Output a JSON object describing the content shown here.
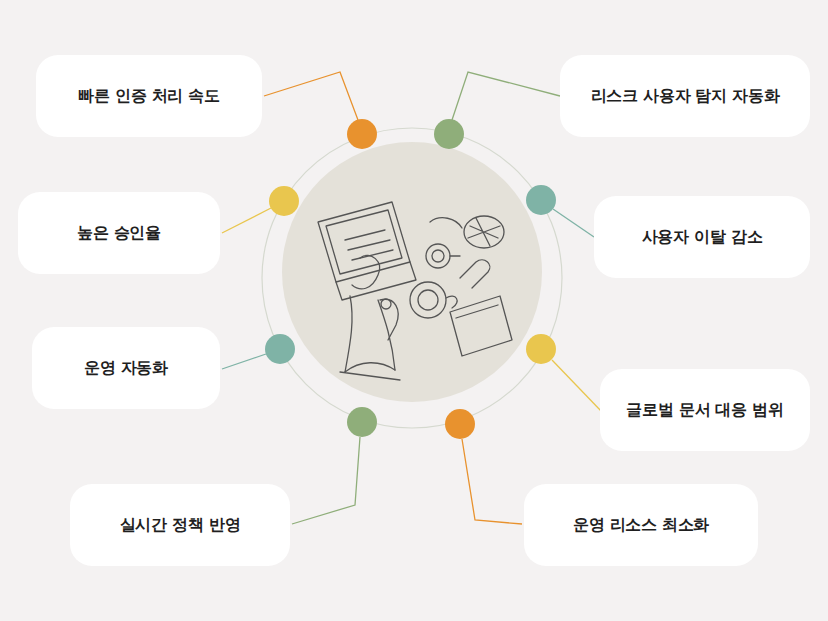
{
  "diagram": {
    "nodes": [
      {
        "text": [
          "빠른 인증 처리 속도"
        ]
      },
      {
        "text": [
          "리스크 사용자 탐지 자동화"
        ]
      },
      {
        "text": [
          "높은 승인율"
        ]
      },
      {
        "text": [
          "사용자 이탈 감소"
        ]
      },
      {
        "text": [
          "운영 자동화"
        ]
      },
      {
        "text": [
          "글로벌 문서 대응 범위"
        ]
      },
      {
        "text": [
          "실시간 정책 반영"
        ]
      },
      {
        "text": [
          "운영 리소스 최소화"
        ]
      }
    ]
  }
}
